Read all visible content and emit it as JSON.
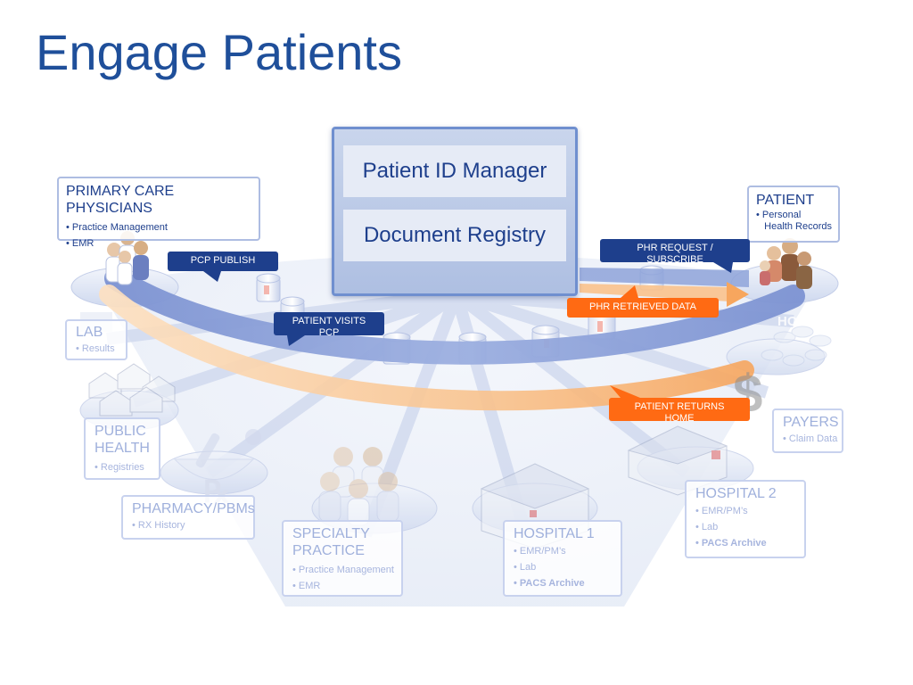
{
  "slide": {
    "title": "Engage Patients"
  },
  "hub": {
    "row1": "Patient ID Manager",
    "row2": "Document Registry"
  },
  "nodes": {
    "pcp": {
      "title": "PRIMARY CARE PHYSICIANS",
      "items": [
        "• Practice Management",
        "• EMR"
      ]
    },
    "patient": {
      "title": "PATIENT",
      "items": [
        "• Personal",
        "   Health Records"
      ]
    },
    "lab": {
      "title": "LAB",
      "items": [
        "• Results"
      ]
    },
    "public_health": {
      "title": "PUBLIC\nHEALTH",
      "items": [
        "• Registries"
      ]
    },
    "pharmacy": {
      "title": "PHARMACY/PBMs",
      "items": [
        "• RX History"
      ]
    },
    "specialty": {
      "title": "SPECIALTY\nPRACTICE",
      "items": [
        "• Practice Management",
        "• EMR"
      ]
    },
    "hospital1": {
      "title": "HOSPITAL 1",
      "items": [
        "• EMR/PM’s",
        "• Lab",
        "• PACS Archive"
      ]
    },
    "hospital2": {
      "title": "HOSPITAL 2",
      "items": [
        "• EMR/PM’s",
        "• Lab",
        "• PACS Archive"
      ]
    },
    "payers": {
      "title": "PAYERS",
      "items": [
        "• Claim Data"
      ]
    }
  },
  "callouts": {
    "pcp_publish": "PCP PUBLISH",
    "patient_visits": "PATIENT VISITS\nPCP",
    "phr_request": "PHR REQUEST /\nSUBSCRIBE",
    "phr_retrieved": "PHR RETRIEVED DATA",
    "patient_returns": "PATIENT RETURNS\nHOME"
  },
  "ghost": {
    "home_label": "HOME"
  },
  "colors": {
    "title_blue": "#1f4f9a",
    "navy": "#1e3f8c",
    "orange": "#ff6a13",
    "hub_border": "#6f8fcf",
    "blue_arc": "#8ea3d9",
    "orange_arc": "#f8bd86"
  },
  "icons": {
    "pcp": "doctors-group-icon",
    "patient": "family-icon",
    "lab": "lab-building-icon",
    "public_health": "houses-icon",
    "pharmacy": "mortar-pestle-icon",
    "specialty": "specialists-group-icon",
    "hospital1": "hospital-building-icon",
    "hospital2": "hospital-building-icon",
    "payers": "dollar-sign-icon",
    "cylinders": "database-cylinder-icon"
  }
}
